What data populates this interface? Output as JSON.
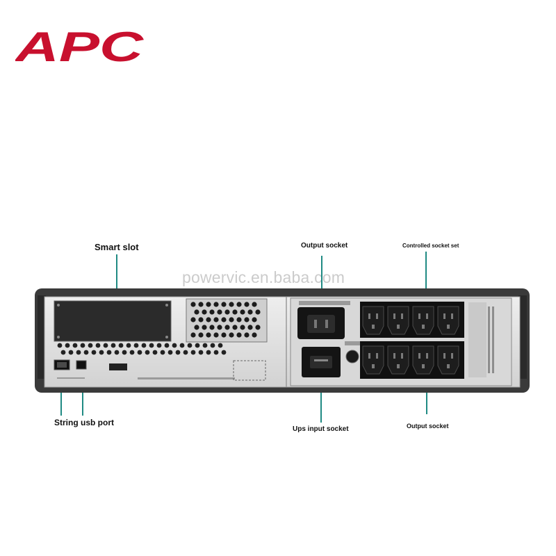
{
  "brand": {
    "name": "APC",
    "color": "#c8102e"
  },
  "watermark": "powervic.en.baba.com",
  "callouts": {
    "smart_slot": "Smart slot",
    "output_socket_top": "Output socket",
    "controlled_socket_set": "Controlled socket set",
    "string_usb_port": "String usb port",
    "ups_input_socket": "Ups input socket",
    "output_socket_bottom": "Output socket"
  },
  "panel": {
    "chassis_color": "#3a3a3a",
    "panel_color": "#e3e3e3",
    "socket_color": "#141414",
    "leader_color": "#1f8a83"
  }
}
